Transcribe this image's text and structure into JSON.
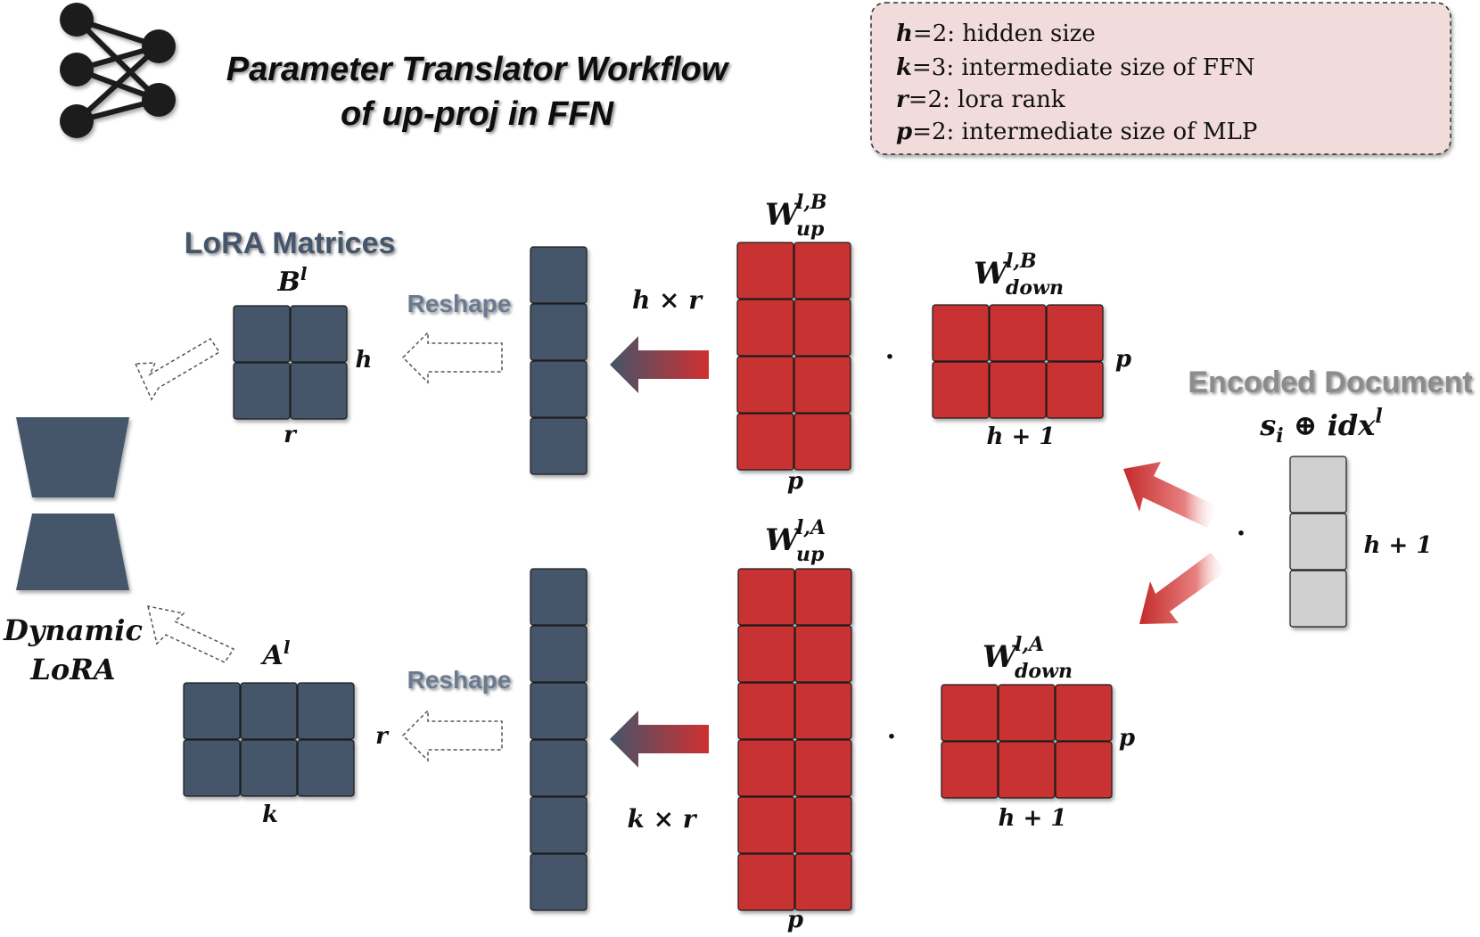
{
  "header": {
    "title_line1": "Parameter Translator Workflow",
    "title_line2": "of up-proj in FFN",
    "logo_icon": "neural-network-icon"
  },
  "legend": {
    "items": [
      {
        "symbol": "h",
        "rest": "=2: hidden size"
      },
      {
        "symbol": "k",
        "rest": "=3: intermediate size of FFN"
      },
      {
        "symbol": "r",
        "rest": "=2: lora rank"
      },
      {
        "symbol": "p",
        "rest": "=2: intermediate size of  MLP"
      }
    ]
  },
  "lora": {
    "title": "LoRA Matrices",
    "b_base": "B",
    "b_sup": "l",
    "a_base": "A",
    "a_sup": "l",
    "h": "h",
    "r": "r",
    "k": "k",
    "dynamic_line1": "Dynamic",
    "dynamic_line2": "LoRA"
  },
  "ops": {
    "reshape": "Reshape",
    "h_x_r": "h × r",
    "k_x_r": "k × r",
    "dot": "·"
  },
  "weights": {
    "w": "W",
    "up_sup_b": "l,B",
    "up_sub": "up",
    "down_sup_b": "l,B",
    "down_sub": "down",
    "up_sup_a": "l,A",
    "down_sup_a": "l,A",
    "p": "p",
    "h_plus_1": "h + 1"
  },
  "encoded": {
    "title": "Encoded Document",
    "expr_s": "s",
    "expr_sub": "i",
    "expr_op": " ⊕ ",
    "expr_idx": "idx",
    "expr_sup": "l",
    "dim": "h + 1"
  },
  "colors": {
    "navy": "#44546a",
    "red": "#c93232",
    "gray_cell": "#d0d0d0",
    "legend_bg": "#f2dcdb",
    "title_blue": "#44546a",
    "encoded_gray": "#8c8c8c"
  }
}
